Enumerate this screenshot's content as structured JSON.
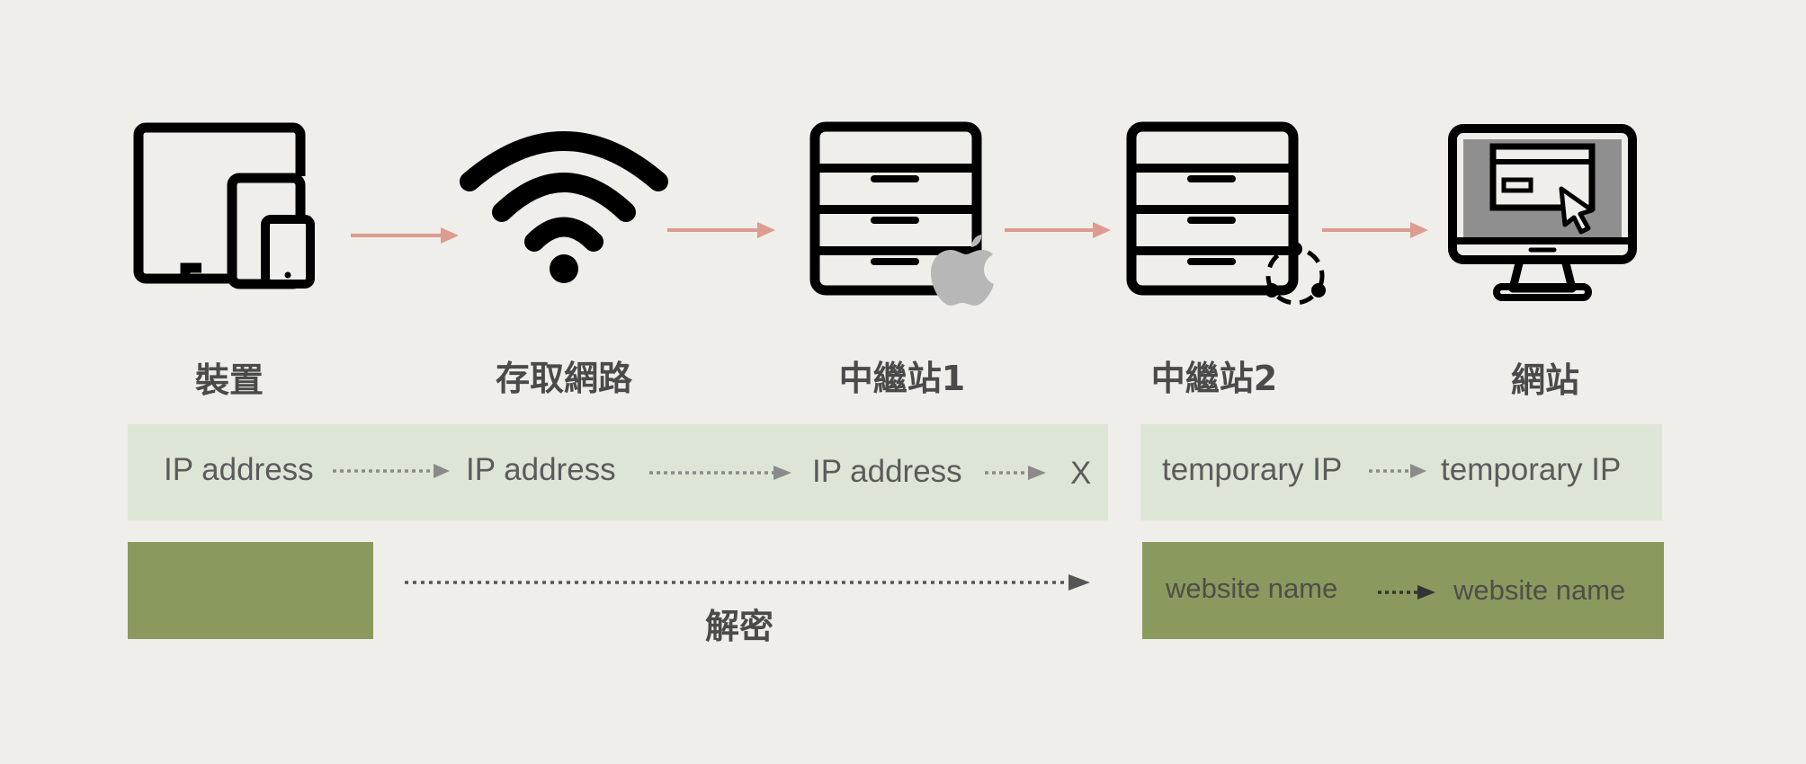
{
  "nodes": [
    {
      "label": "裝置",
      "icon": "devices-icon"
    },
    {
      "label": "存取網路",
      "icon": "wifi-icon"
    },
    {
      "label": "中繼站1",
      "icon": "server-apple-icon"
    },
    {
      "label": "中繼站2",
      "icon": "server-cluster-icon"
    },
    {
      "label": "網站",
      "icon": "monitor-website-icon"
    }
  ],
  "ip_row": {
    "items": [
      "IP address",
      "IP address",
      "IP address",
      "X"
    ]
  },
  "temp_row": {
    "items": [
      "temporary IP",
      "temporary IP"
    ]
  },
  "site_row": {
    "items": [
      "website name",
      "website name"
    ]
  },
  "decrypt_label": "解密",
  "colors": {
    "background": "#efeeea",
    "node_arrow": "#dc9c8f",
    "light_panel": "#dde6d6",
    "dark_panel": "#8a9a5e",
    "dotted_arrow": "#8a8a8a",
    "decrypt_arrow": "#555555"
  }
}
